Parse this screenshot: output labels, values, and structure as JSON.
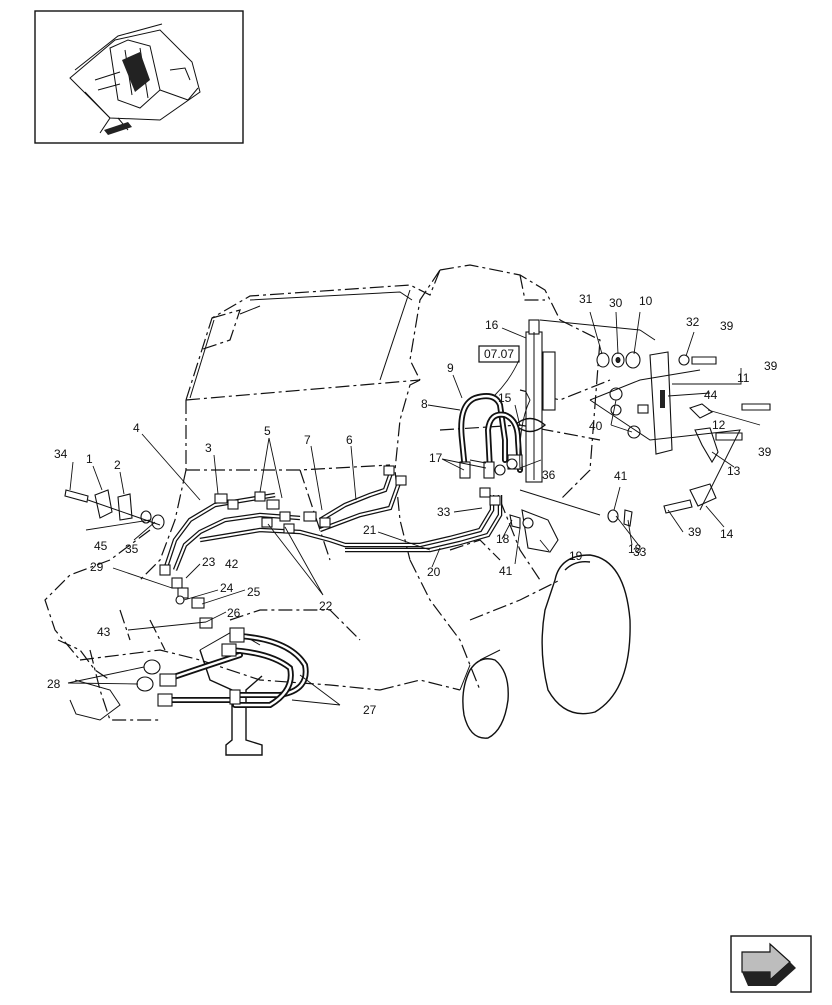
{
  "reference_box": {
    "label": "07.07"
  },
  "callouts": [
    {
      "id": "c1",
      "text": "1"
    },
    {
      "id": "c2",
      "text": "2"
    },
    {
      "id": "c3",
      "text": "3"
    },
    {
      "id": "c4",
      "text": "4"
    },
    {
      "id": "c5",
      "text": "5"
    },
    {
      "id": "c6",
      "text": "6"
    },
    {
      "id": "c7",
      "text": "7"
    },
    {
      "id": "c8",
      "text": "8"
    },
    {
      "id": "c9",
      "text": "9"
    },
    {
      "id": "c10",
      "text": "10"
    },
    {
      "id": "c11",
      "text": "11"
    },
    {
      "id": "c12",
      "text": "12"
    },
    {
      "id": "c13",
      "text": "13"
    },
    {
      "id": "c14",
      "text": "14"
    },
    {
      "id": "c15",
      "text": "15"
    },
    {
      "id": "c16",
      "text": "16"
    },
    {
      "id": "c17",
      "text": "17"
    },
    {
      "id": "c18a",
      "text": "18"
    },
    {
      "id": "c18b",
      "text": "18"
    },
    {
      "id": "c19",
      "text": "19"
    },
    {
      "id": "c20",
      "text": "20"
    },
    {
      "id": "c21",
      "text": "21"
    },
    {
      "id": "c22",
      "text": "22"
    },
    {
      "id": "c23",
      "text": "23"
    },
    {
      "id": "c24",
      "text": "24"
    },
    {
      "id": "c25",
      "text": "25"
    },
    {
      "id": "c26",
      "text": "26"
    },
    {
      "id": "c27",
      "text": "27"
    },
    {
      "id": "c28",
      "text": "28"
    },
    {
      "id": "c29",
      "text": "29"
    },
    {
      "id": "c30",
      "text": "30"
    },
    {
      "id": "c31",
      "text": "31"
    },
    {
      "id": "c32",
      "text": "32"
    },
    {
      "id": "c33a",
      "text": "33"
    },
    {
      "id": "c33b",
      "text": "33"
    },
    {
      "id": "c34",
      "text": "34"
    },
    {
      "id": "c35",
      "text": "35"
    },
    {
      "id": "c36",
      "text": "36"
    },
    {
      "id": "c39a",
      "text": "39"
    },
    {
      "id": "c39b",
      "text": "39"
    },
    {
      "id": "c39c",
      "text": "39"
    },
    {
      "id": "c39d",
      "text": "39"
    },
    {
      "id": "c40",
      "text": "40"
    },
    {
      "id": "c41a",
      "text": "41"
    },
    {
      "id": "c41b",
      "text": "41"
    },
    {
      "id": "c42",
      "text": "42"
    },
    {
      "id": "c43",
      "text": "43"
    },
    {
      "id": "c44",
      "text": "44"
    },
    {
      "id": "c45",
      "text": "45"
    }
  ]
}
